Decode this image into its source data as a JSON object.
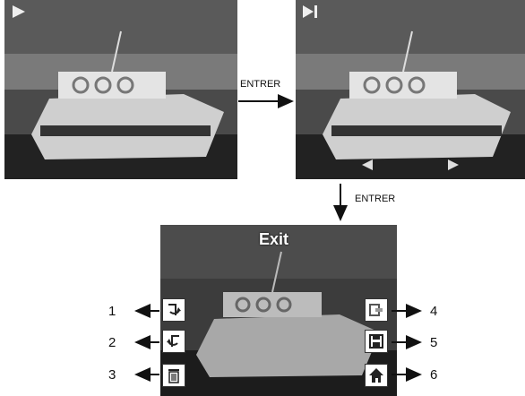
{
  "flow": {
    "step1_label": "ENTRER",
    "step2_label": "ENTRER"
  },
  "menu": {
    "exit_label": "Exit",
    "callouts": [
      {
        "number": "1",
        "icon": "rotate-right-icon"
      },
      {
        "number": "2",
        "icon": "rotate-left-icon"
      },
      {
        "number": "3",
        "icon": "trash-icon"
      },
      {
        "number": "4",
        "icon": "resize-icon"
      },
      {
        "number": "5",
        "icon": "save-icon"
      },
      {
        "number": "6",
        "icon": "home-icon"
      }
    ]
  },
  "colors": {
    "arrow": "#111111",
    "photo_dark": "#2b2b2b",
    "photo_light": "#d8d8d8"
  }
}
